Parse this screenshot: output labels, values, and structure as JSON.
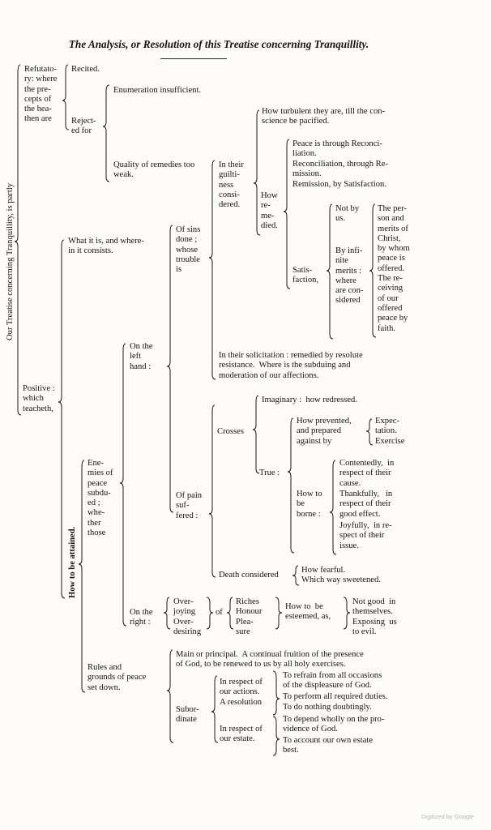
{
  "title": "The Analysis, or Resolution of this Treatise concerning Tranquillity.",
  "side_label": "Our Treatise concerning Tranquillity, is partly",
  "nodes": {
    "refutatory": "Refutato-\nry: where\nthe pre-\ncepts of\nthe hea-\nthen are",
    "recited": "Recited.",
    "rejected_for": "Reject-\ned for",
    "enumeration": "Enumeration insufficient.",
    "quality": "Quality of remedies too\nweak.",
    "turbulent": "How turbulent they are, till the con-\nscience be pacified.",
    "in_guiltiness": "In their\nguilti-\nness\nconsi-\ndered.",
    "how_remedied": "How\nre-\nme-\ndied.",
    "peace_reconciliation": "Peace is through Reconci-\nliation.",
    "reconciliation_remission": "Reconciliation, through Re-\nmission.",
    "remission_satisfaction": "Remission, by Satisfaction.",
    "satisfaction": "Satis-\nfaction,",
    "not_by_us": "Not by\nus.",
    "by_infinite": "By infi-\nnite\nmerits :\nwhere\nare con-\nsidered",
    "person_merits": "The per-\nson and\nmerits of\nChrist,\nby whom\npeace is\noffered.\nThe re-\nceiving\nof our\noffered\npeace by\nfaith.",
    "what_it_is": "What it is, and where-\nin it consists.",
    "of_sins_done": "Of sins\ndone ;\nwhose\ntrouble\nis",
    "on_left_hand": "On the\nleft\nhand :",
    "solicitation": "In their solicitation : remedied by resolute\nresistance.  Where is the subduing and\nmoderation of our affections.",
    "positive": "Positive :\nwhich\nteacheth,",
    "imaginary": "Imaginary :  how redressed.",
    "crosses": "Crosses",
    "how_prevented": "How prevented,\nand prepared\nagainst by",
    "expectation_exercise": "Expec-\ntation.\nExercise",
    "true": "True :",
    "how_borne": "How to\nbe\nborne :",
    "contentedly": "Contentedly,  in\nrespect of their\ncause.",
    "thankfully": "Thankfully,   in\nrespect of their\ngood effect.",
    "joyfully": "Joyfully,  in re-\nspect of their\nissue.",
    "enemies": "Ene-\nmies of\npeace\nsubdu-\ned ;\nwhe-\nther\nthose",
    "of_pain": "Of pain\nsuf-\nfered :",
    "how_to_be_attained": "How to be attained.",
    "death_considered": "Death considered",
    "death_sub": "How fearful.\nWhich way sweetened.",
    "on_right": "On the\nright :",
    "overjoying": "Over-\njoying\nOver-\ndesiring",
    "of": "of",
    "riches": "Riches\nHonour\nPlea-\nsure",
    "how_esteemed": "How to  be\nesteemed, as,",
    "not_good": "Not good  in\nthemselves.\nExposing  us\nto evil.",
    "rules": "Rules and\ngrounds of peace\nset down.",
    "main_principal": "Main or principal.  A continual fruition of the presence\nof God, to be renewed to us by all holy exercises.",
    "subordinate": "Subor-\ndinate",
    "respect_actions": "In respect of\nour actions.\nA resolution",
    "refrain": "To refrain from all occasions\nof the displeasure of God.",
    "perform": "To perform all required duties.",
    "nothing_doubtingly": "To do nothing doubtingly.",
    "respect_estate": "In respect of\nour estate.",
    "depend": "To depend wholly on the pro-\nvidence of God.",
    "account": "To account our own estate\nbest."
  },
  "footer": "Digitized by Google"
}
